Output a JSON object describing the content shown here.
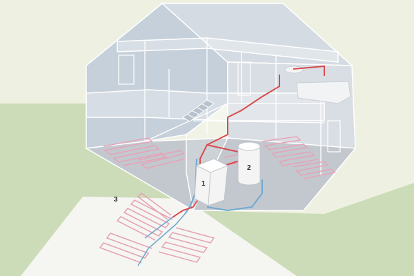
{
  "labels": {
    "heat_pump": "1",
    "storage_tank": "2",
    "ground_collector": "3"
  },
  "colors": {
    "sky": "#eef1e2",
    "lawn": "#cddcb8",
    "wall": "#c6d0db",
    "wall_edge": "#ffffff",
    "floor": "#c3c8cf",
    "ground_field": "#f5f6f2",
    "flow_pipe": "#d94b4f",
    "loop_pipe": "#e6a3b6",
    "return_pipe": "#6ea9cf",
    "appliance": "#f4f4f4"
  }
}
